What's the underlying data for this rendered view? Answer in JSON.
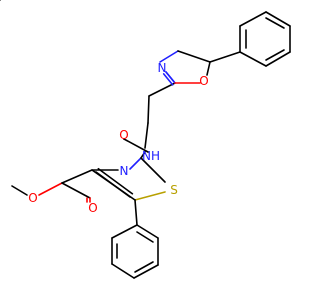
{
  "diagram": {
    "kind": "chemical-structure",
    "atoms": [
      {
        "id": "o_ester",
        "text": "O",
        "color": "#ff0000"
      },
      {
        "id": "o_carbonyl_ester",
        "text": "O",
        "color": "#ff0000"
      },
      {
        "id": "o_amide",
        "text": "O",
        "color": "#ff0000"
      },
      {
        "id": "nh_amide",
        "text": "NH",
        "color": "#2020ff"
      },
      {
        "id": "n_oxazole",
        "text": "N",
        "color": "#2020ff"
      },
      {
        "id": "o_oxazole",
        "text": "O",
        "color": "#ff0000"
      },
      {
        "id": "n_thiazole",
        "text": "N",
        "color": "#2020ff"
      },
      {
        "id": "s_thiazole",
        "text": "S",
        "color": "#b8a000"
      }
    ]
  }
}
